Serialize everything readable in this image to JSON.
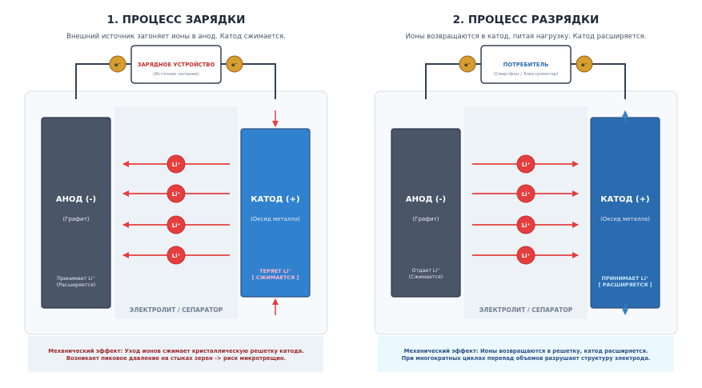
{
  "left": {
    "title": "1. ПРОЦЕСС ЗАРЯДКИ",
    "subtitle": "Внешний источник загоняет ионы в анод. Катод сжимается.",
    "device_title": "ЗАРЯДНОЕ УСТРОЙСТВО",
    "device_sub": "(Источник питания)",
    "electron_label": "e⁻",
    "anode_title": "АНОД (-)",
    "anode_sub": "(Графит)",
    "anode_note_1": "Принимает Li⁺",
    "anode_note_2": "(Расширяется)",
    "cathode_title": "КАТОД (+)",
    "cathode_sub": "(Оксид металла)",
    "cathode_note_1": "ТЕРЯЕТ Li⁺",
    "cathode_note_2": "[ СЖИМАЕТСЯ ]",
    "electrolyte_label": "ЭЛЕКТРОЛИТ / СЕПАРАТОР",
    "ion_label": "Li⁺",
    "effect_1": "Механический эффект: Уход ионов сжимает кристаллическую решетку катода.",
    "effect_2": "Возникает пиковое давление на стыках зерен -> риск микротрещин."
  },
  "right": {
    "title": "2. ПРОЦЕСС РАЗРЯДКИ",
    "subtitle": "Ионы возвращаются в катод, питая нагрузку. Катод расширяется.",
    "device_title": "ПОТРЕБИТЕЛЬ",
    "device_sub": "(Смартфон / Электромотор)",
    "electron_label": "e⁻",
    "anode_title": "АНОД (-)",
    "anode_sub": "(Графит)",
    "anode_note_1": "Отдает Li⁺",
    "anode_note_2": "(Сжимается)",
    "cathode_title": "КАТОД (+)",
    "cathode_sub": "(Оксид металла)",
    "cathode_note_1": "ПРИНИМАЕТ Li⁺",
    "cathode_note_2": "[ РАСШИРЯЕТСЯ ]",
    "electrolyte_label": "ЭЛЕКТРОЛИТ / СЕПАРАТОР",
    "ion_label": "Li⁺",
    "effect_1": "Механический эффект: Ионы возвращаются в решетку, катод расширяется.",
    "effect_2": "При многократных циклах перепад объемов разрушает структуру электрода."
  },
  "colors": {
    "title": "#1f2937",
    "subtitle": "#475569",
    "wire": "#334155",
    "electron": "#d69e2e",
    "anode": "#4a5568",
    "cathode_charge": "#3182ce",
    "cathode_discharge": "#2b6cb0",
    "ion": "#e53e3e",
    "charger_text": "#c53030",
    "consumer_text": "#2b6cb0",
    "cathode_note_charge": "#fbb6ce",
    "cathode_note_discharge": "#bee3f8",
    "effect_left_text": "#9b2c2c",
    "effect_right_text": "#2c5282"
  }
}
